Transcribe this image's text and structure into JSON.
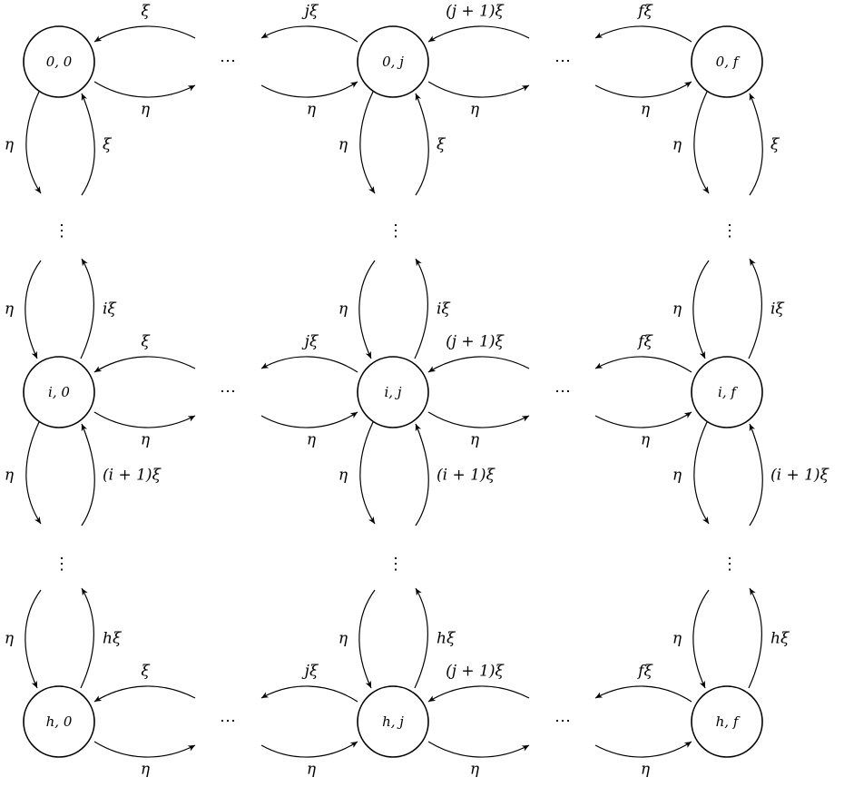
{
  "colors": {
    "stroke": "#000000",
    "background": "#ffffff"
  },
  "nodes": [
    [
      "0, 0",
      "0, j",
      "0, f"
    ],
    [
      "i, 0",
      "i, j",
      "i, f"
    ],
    [
      "h, 0",
      "h, j",
      "h, f"
    ]
  ],
  "horizontal_labels": {
    "left": {
      "in": "ξ",
      "out": "η"
    },
    "mid": {
      "left_out": "jξ",
      "left_in": "η",
      "right_in": "(j + 1)ξ",
      "right_out": "η"
    },
    "right": {
      "out": "fξ",
      "in": "η"
    }
  },
  "vertical_labels": {
    "down": "η",
    "row0_up": "ξ",
    "row1_up_above": "iξ",
    "row1_up_below": "(i + 1)ξ",
    "row2_up_above": "hξ"
  },
  "ellipsis": {
    "horizontal": "⋯",
    "vertical": "⋮"
  }
}
